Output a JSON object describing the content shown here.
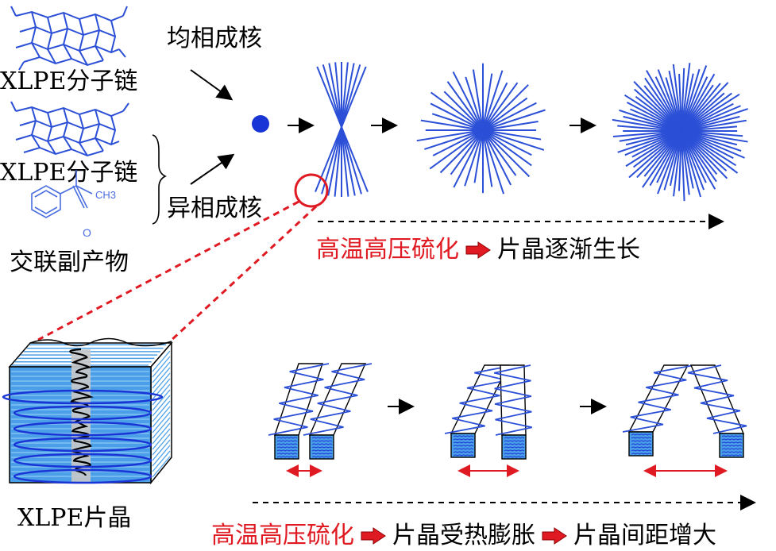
{
  "labels": {
    "xlpe_chain_top": "XLPE分子链",
    "xlpe_chain_mid": "XLPE分子链",
    "byproduct": "交联副产物",
    "homogeneous": "均相成核",
    "heterogeneous": "异相成核",
    "xlpe_lamella": "XLPE片晶"
  },
  "molecule_labels": {
    "methyl": "CH3",
    "oxygen": "O"
  },
  "top_flow": {
    "cause": "高温高压硫化",
    "effect": "片晶逐渐生长"
  },
  "bottom_flow": {
    "cause": "高温高压硫化",
    "step1": "片晶受热膨胀",
    "step2": "片晶间距增大"
  },
  "colors": {
    "blue": "#2b4fd6",
    "red": "#e01a22",
    "lamella_fill": "#4b9fe8",
    "black": "#000000"
  }
}
